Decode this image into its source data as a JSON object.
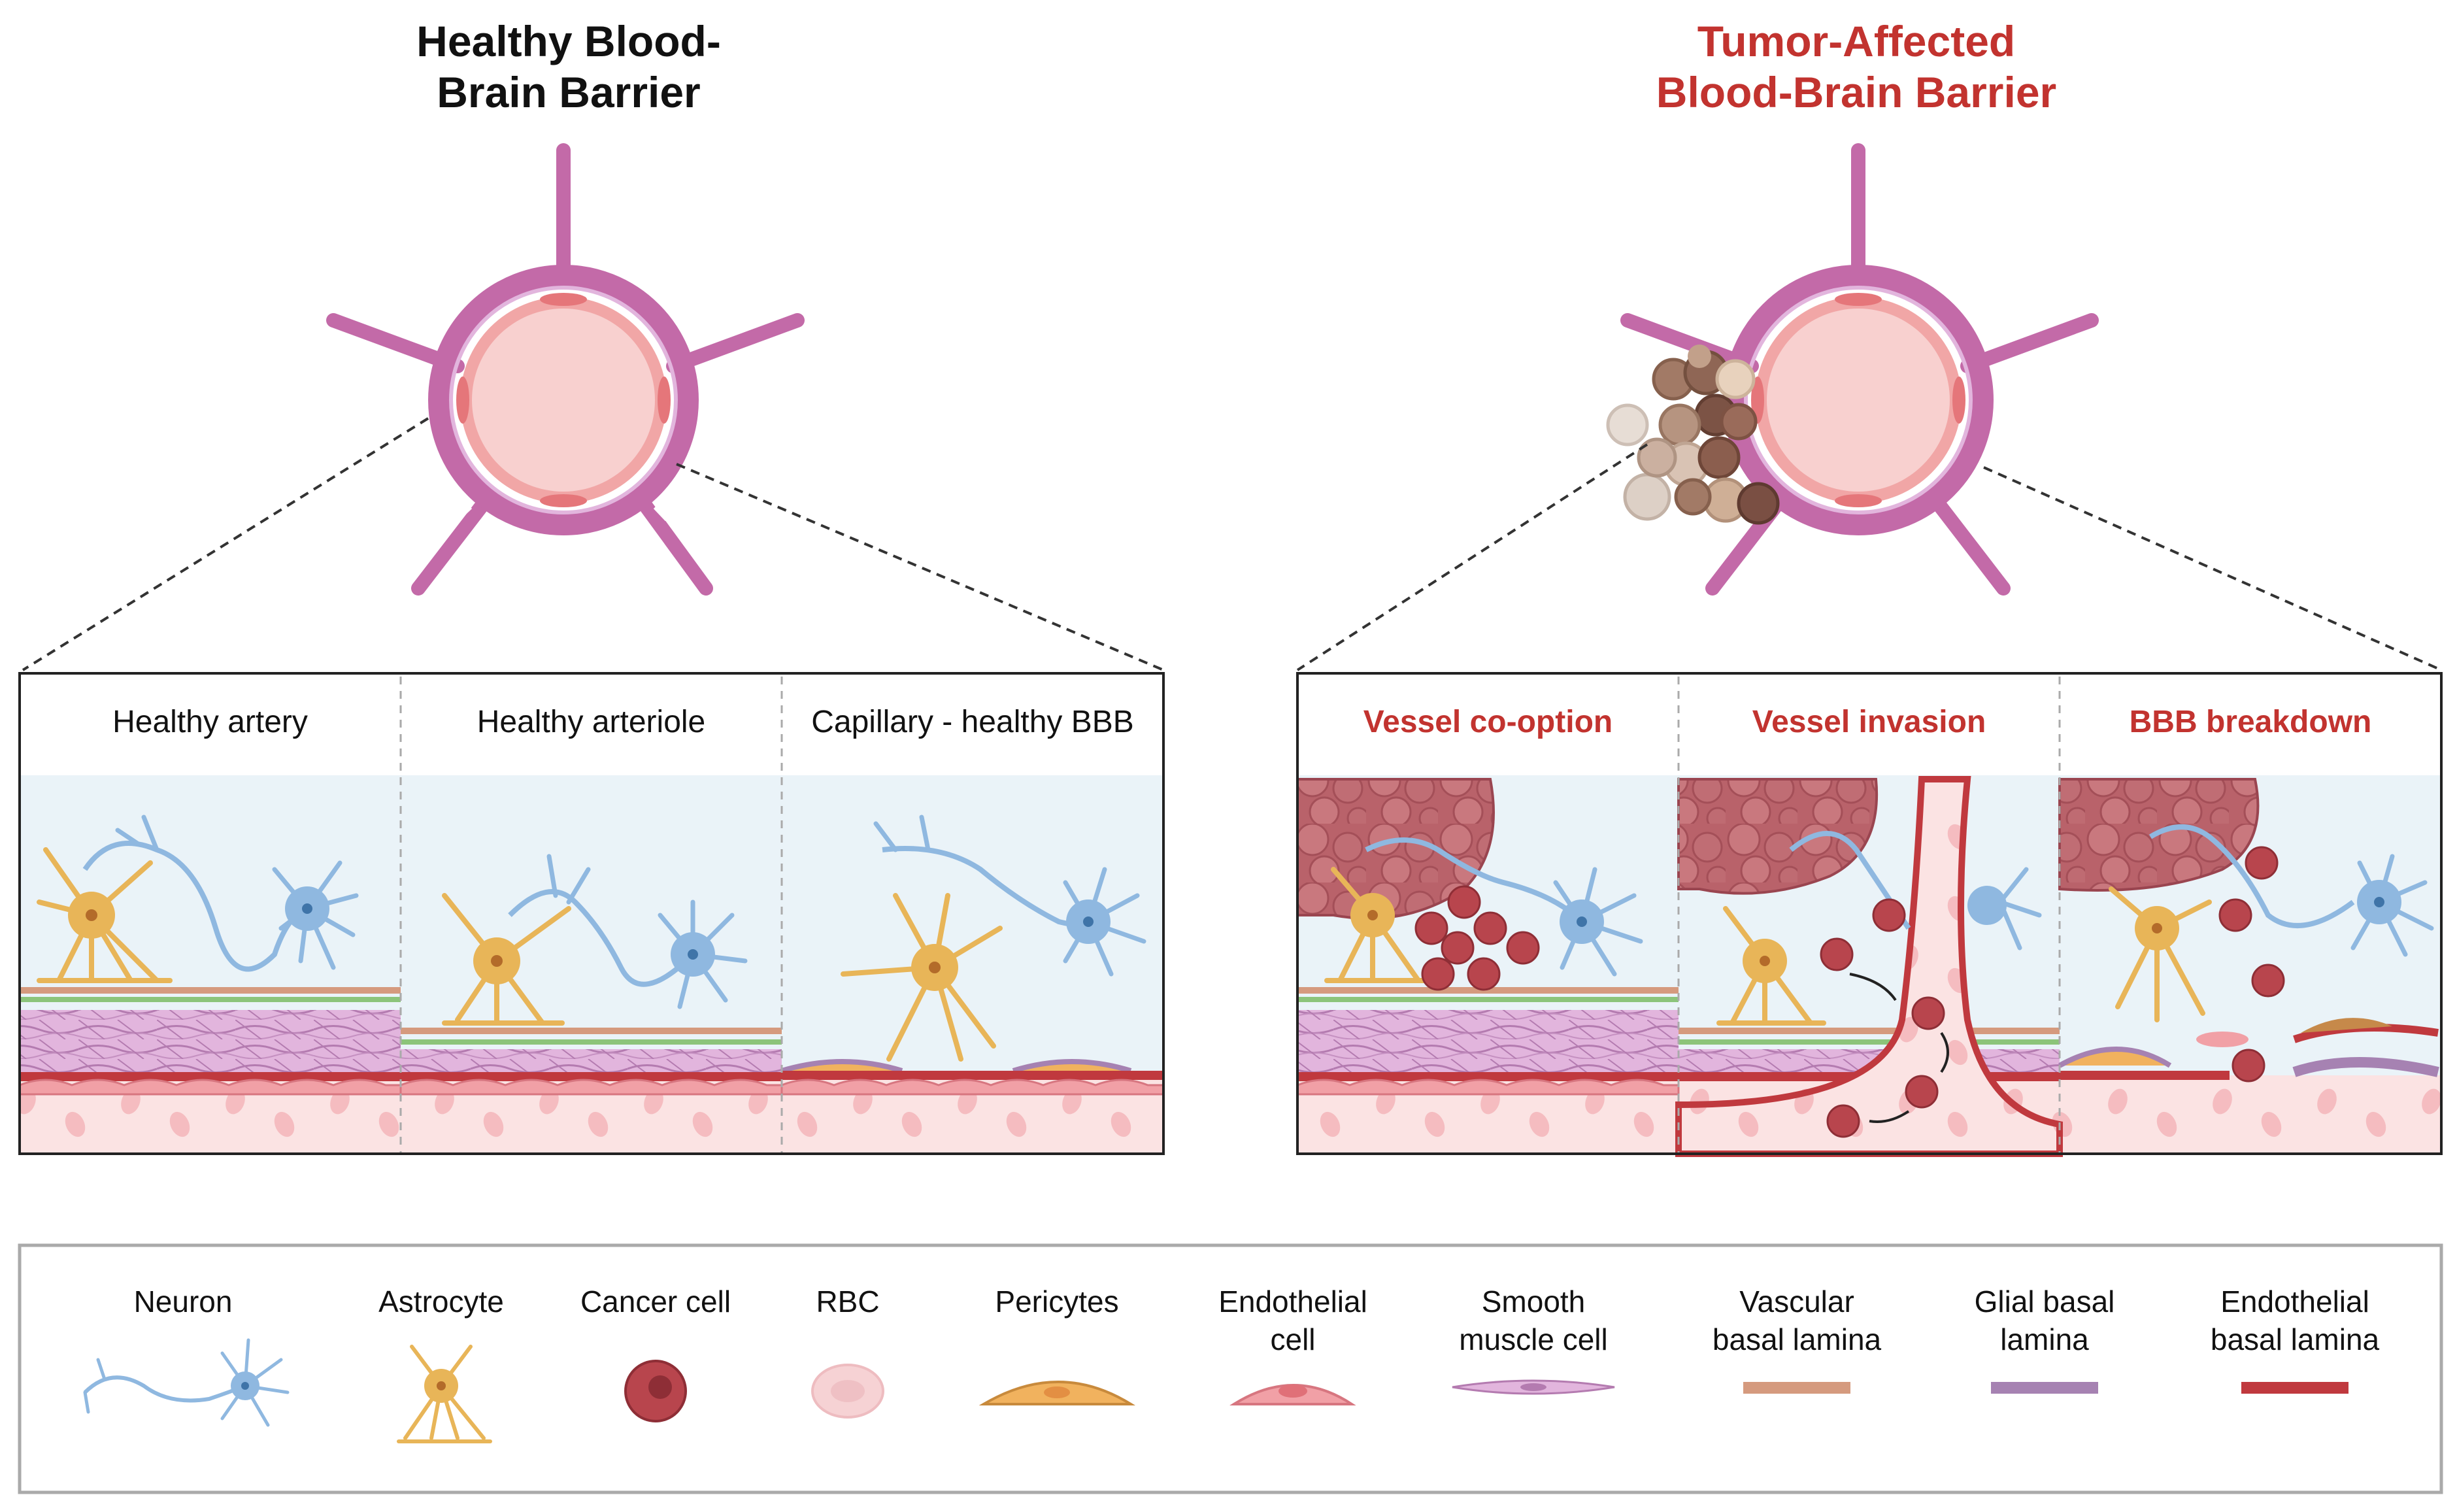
{
  "titles": {
    "healthy": [
      "Healthy Blood-",
      "Brain Barrier"
    ],
    "tumor": [
      "Tumor-Affected",
      "Blood-Brain Barrier"
    ]
  },
  "healthy_panels": [
    "Healthy artery",
    "Healthy arteriole",
    "Capillary - healthy BBB"
  ],
  "tumor_panels": [
    "Vessel co-option",
    "Vessel invasion",
    "BBB breakdown"
  ],
  "legend": {
    "neuron": "Neuron",
    "astrocyte": "Astrocyte",
    "cancer_cell": "Cancer cell",
    "rbc": "RBC",
    "pericytes": "Pericytes",
    "endothelial_cell": [
      "Endothelial",
      "cell"
    ],
    "smooth_muscle_cell": [
      "Smooth",
      "muscle cell"
    ],
    "vascular_basal_lamina": [
      "Vascular",
      "basal lamina"
    ],
    "glial_basal_lamina": [
      "Glial basal",
      "lamina"
    ],
    "endothelial_basal_lamina": [
      "Endothelial",
      "basal lamina"
    ]
  },
  "colors": {
    "tumor_red": "#c2332f",
    "vessel_wall": "#c36aa8",
    "lumen": "#f7c3c3",
    "neuron": "#8fb8e0",
    "astrocyte": "#e8b558",
    "cancer_cell": "#b8454d",
    "vascular_basal_lamina": "#d59a7e",
    "glial_basal_lamina": "#a682b2",
    "endothelial_basal_lamina": "#c0393e",
    "glial_line": "#8cc47a",
    "brain_bg": "#eaf3f8",
    "blood_bg": "#fbe3e3"
  }
}
